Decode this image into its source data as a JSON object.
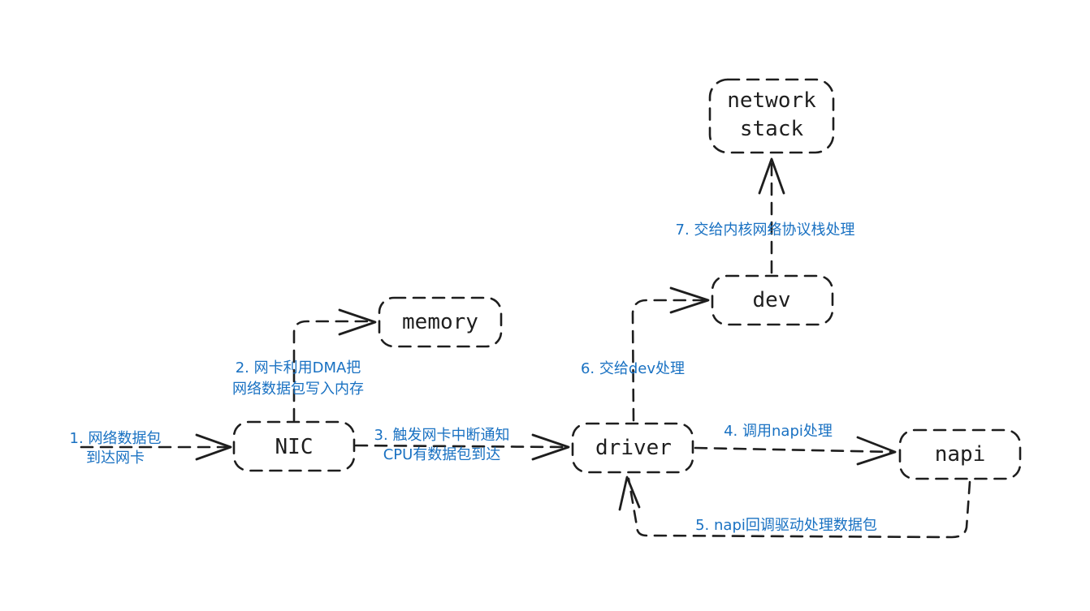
{
  "diagram": {
    "title": "Linux network packet receive flow",
    "nodes": [
      {
        "id": "nic",
        "lines": [
          "NIC"
        ]
      },
      {
        "id": "memory",
        "lines": [
          "memory"
        ]
      },
      {
        "id": "driver",
        "lines": [
          "driver"
        ]
      },
      {
        "id": "napi",
        "lines": [
          "napi"
        ]
      },
      {
        "id": "dev",
        "lines": [
          "dev"
        ]
      },
      {
        "id": "network_stack",
        "lines": [
          "network",
          "stack"
        ]
      }
    ],
    "edges": [
      {
        "id": "e1",
        "from": "",
        "to": "nic",
        "lines": [
          "1. 网络数据包",
          "到达网卡"
        ]
      },
      {
        "id": "e2",
        "from": "nic",
        "to": "memory",
        "lines": [
          "2. 网卡利用DMA把",
          "网络数据包写入内存"
        ]
      },
      {
        "id": "e3",
        "from": "nic",
        "to": "driver",
        "lines": [
          "3. 触发网卡中断通知",
          "CPU有数据包到达"
        ]
      },
      {
        "id": "e4",
        "from": "driver",
        "to": "napi",
        "lines": [
          "4. 调用napi处理"
        ]
      },
      {
        "id": "e5",
        "from": "napi",
        "to": "driver",
        "lines": [
          "5. napi回调驱动处理数据包"
        ]
      },
      {
        "id": "e6",
        "from": "driver",
        "to": "dev",
        "lines": [
          "6. 交给dev处理"
        ]
      },
      {
        "id": "e7",
        "from": "dev",
        "to": "network_stack",
        "lines": [
          "7. 交给内核网络协议栈处理"
        ]
      }
    ],
    "colors": {
      "stroke": "#1e1e1e",
      "label": "#1971c2",
      "background": "#ffffff"
    }
  }
}
